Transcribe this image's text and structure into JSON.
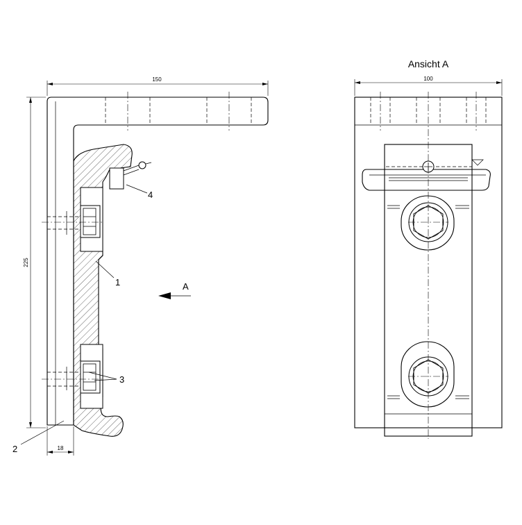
{
  "view_title": "Ansicht A",
  "dimensions": {
    "left_width": "150",
    "left_height": "225",
    "left_flange": "18",
    "right_width": "100"
  },
  "callouts": {
    "part_1": "1",
    "part_2": "2",
    "part_3": "3",
    "part_4": "4",
    "view_arrow": "A"
  }
}
